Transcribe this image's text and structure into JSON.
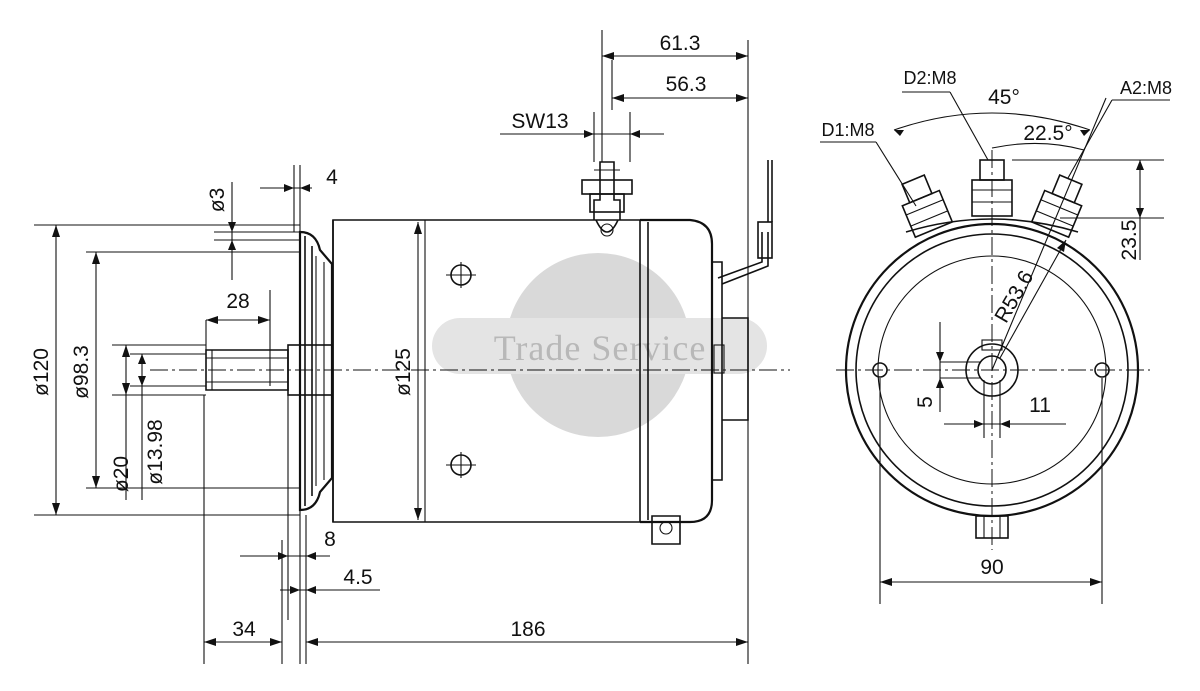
{
  "watermark": {
    "text": "Trade Service",
    "color": "#d9d9d9"
  },
  "side_view": {
    "dimensions": {
      "overall_length": "186",
      "shaft_length": "34",
      "flange_thickness": "4",
      "flange_step": "ø3",
      "body_to_flange": "8",
      "pilot_offset": "4.5",
      "key_length": "28",
      "flange_diameter": "ø120",
      "pilot_diameter": "ø98.3",
      "shaft_diameter": "ø20",
      "shaft_root_diameter": "ø13.98",
      "body_diameter": "ø125",
      "terminal_wrench": "SW13",
      "terminal_offset_outer": "61.3",
      "terminal_offset_inner": "56.3"
    }
  },
  "end_view": {
    "terminals": {
      "d1": "D1:M8",
      "d2": "D2:M8",
      "a2": "A2:M8"
    },
    "dimensions": {
      "terminal_angle_outer": "45°",
      "terminal_angle_inner": "22.5°",
      "terminal_height": "23.5",
      "body_radius": "R53.6",
      "key_width": "5",
      "shaft_flat": "11",
      "bolt_spacing": "90"
    }
  }
}
